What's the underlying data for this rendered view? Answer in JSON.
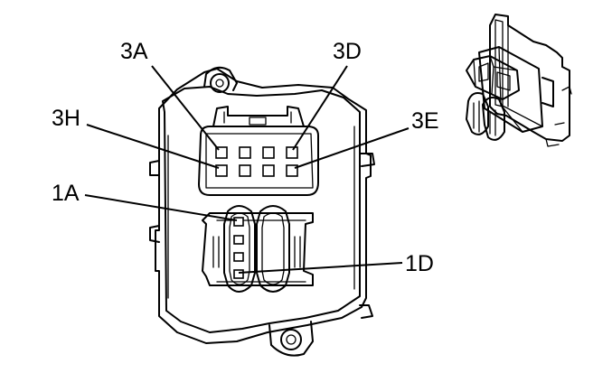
{
  "labels": {
    "l3a": "3A",
    "l3d": "3D",
    "l3h": "3H",
    "l3e": "3E",
    "l1a": "1A",
    "l1d": "1D"
  },
  "colors": {
    "line": "#000000",
    "background": "#ffffff"
  }
}
